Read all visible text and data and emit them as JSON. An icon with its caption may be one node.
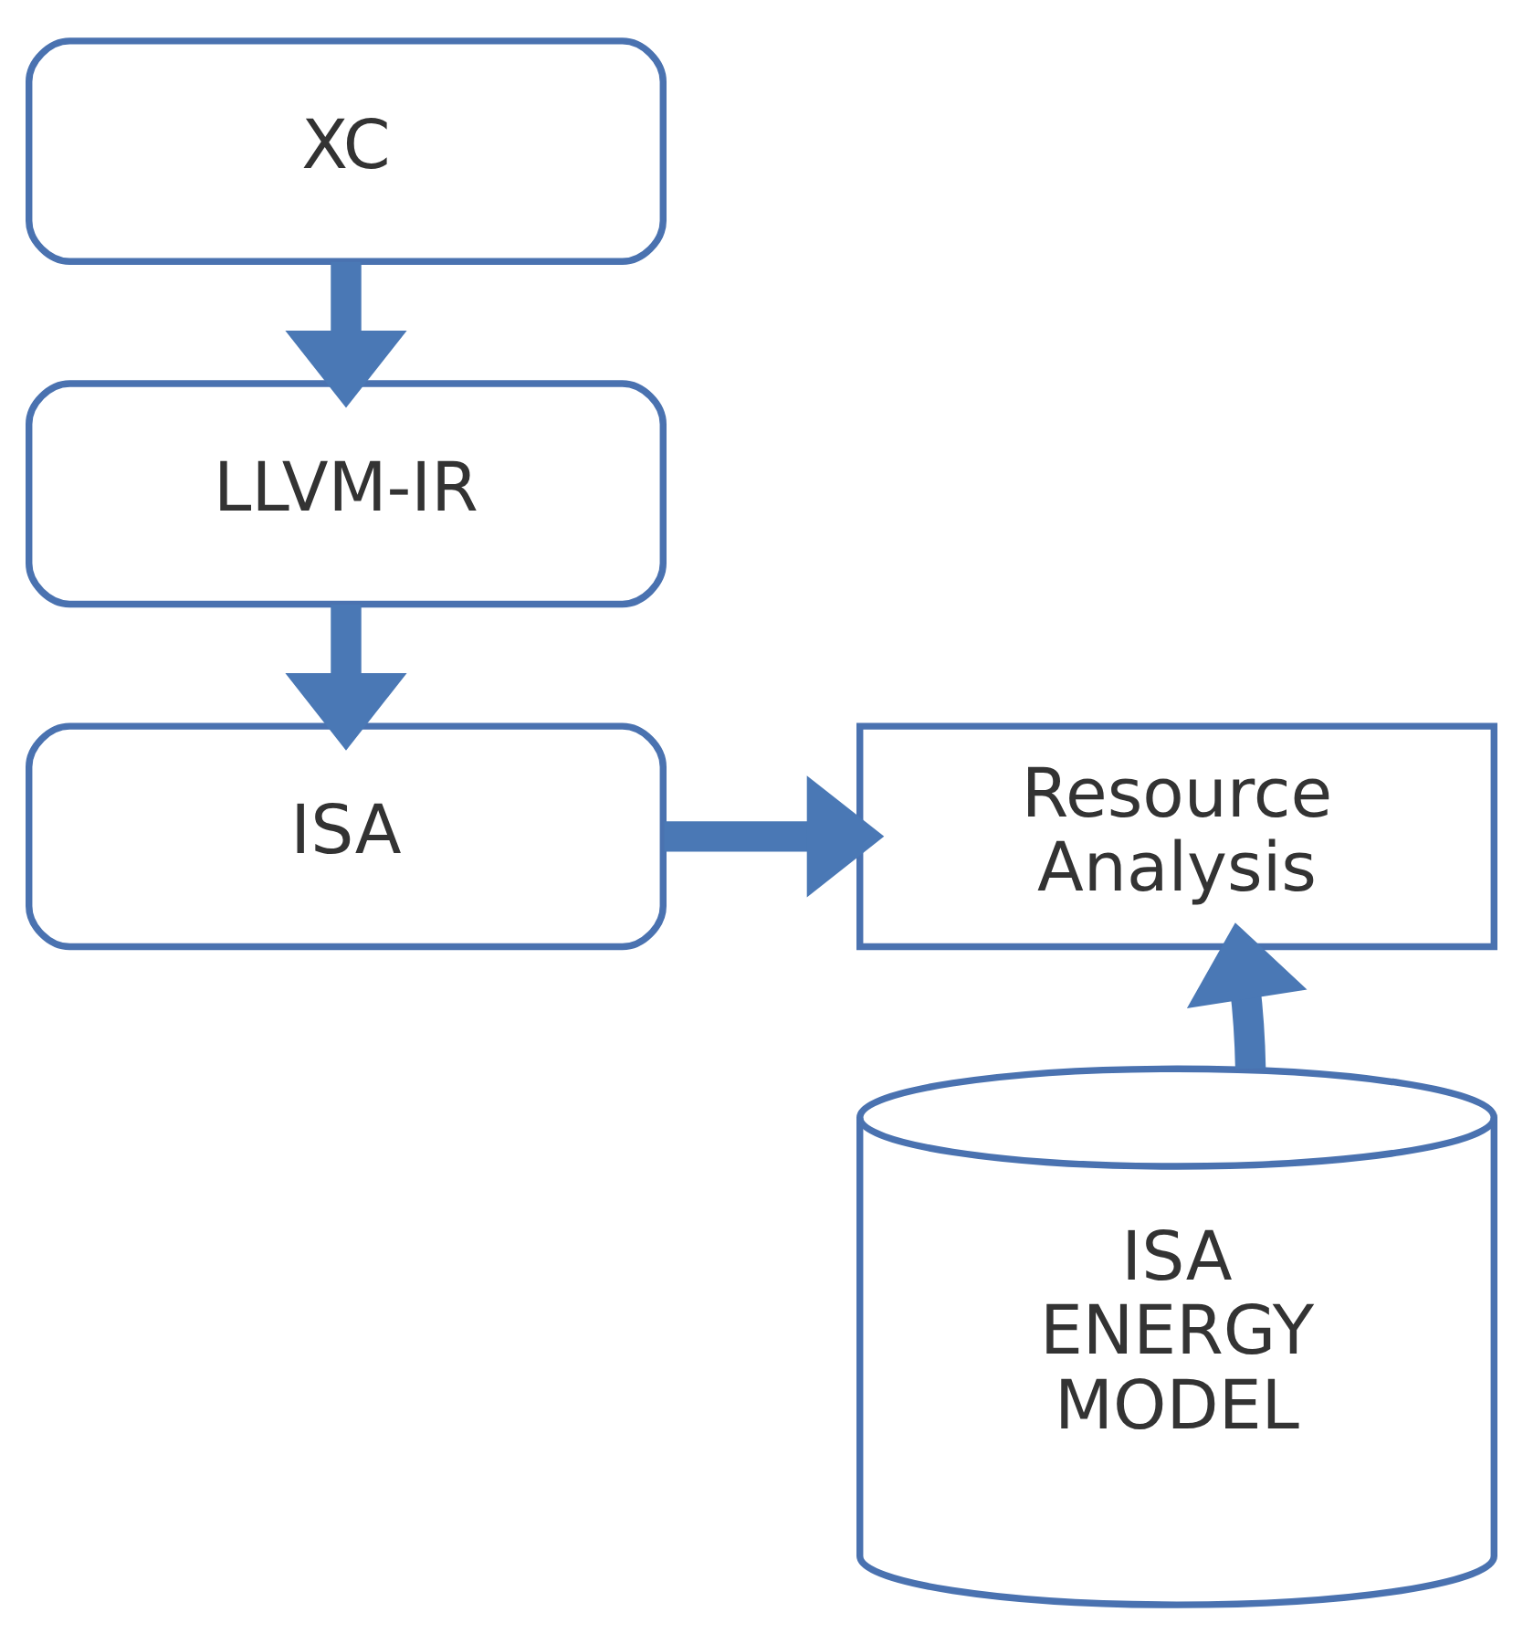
{
  "diagram": {
    "nodes": [
      {
        "text": [
          "XC"
        ]
      },
      {
        "text": [
          "LLVM-IR"
        ]
      },
      {
        "text": [
          "ISA"
        ]
      },
      {
        "text": [
          "Resource Analysis"
        ]
      },
      {
        "text": [
          "ISA ENERGY MODEL"
        ]
      }
    ],
    "edges": [
      {
        "from": 0,
        "to": 1,
        "arrow": "to"
      },
      {
        "from": 1,
        "to": 2,
        "arrow": "to"
      },
      {
        "from": 2,
        "to": 3,
        "arrow": "to"
      },
      {
        "from": 4,
        "to": 3,
        "arrow": "to"
      }
    ]
  }
}
